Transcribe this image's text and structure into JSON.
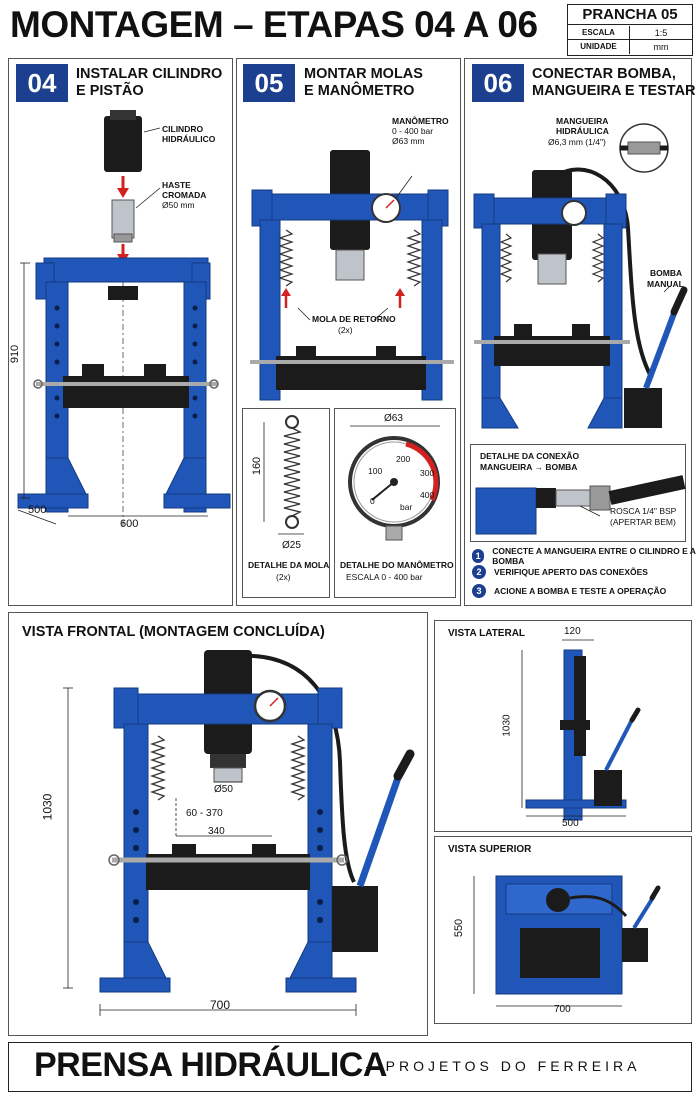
{
  "header": {
    "title": "MONTAGEM – ETAPAS 04 A 06"
  },
  "plate": {
    "name": "PRANCHA 05",
    "scale_label": "ESCALA",
    "scale_value": "1:5",
    "unit_label": "UNIDADE",
    "unit_value": "mm"
  },
  "step04": {
    "number": "04",
    "title_line1": "INSTALAR CILINDRO",
    "title_line2": "E PISTÃO",
    "cyl_label_1": "CILINDRO",
    "cyl_label_2": "HIDRÁULICO",
    "rod_label_1": "HASTE",
    "rod_label_2": "CROMADA",
    "rod_label_3": "Ø50 mm",
    "dim_height": "910",
    "dim_depth": "500",
    "dim_width": "600"
  },
  "step05": {
    "number": "05",
    "title_line1": "MONTAR MOLAS",
    "title_line2": "E MANÔMETRO",
    "gauge_label_1": "MANÔMETRO",
    "gauge_label_2": "0 - 400 bar",
    "gauge_label_3": "Ø63 mm",
    "spring_label_1": "MOLA DE RETORNO",
    "spring_label_2": "(2x)",
    "spring_detail_height": "160",
    "spring_detail_dia": "Ø25",
    "spring_detail_title": "DETALHE DA MOLA",
    "spring_detail_qty": "(2x)",
    "gauge_detail_dia": "Ø63",
    "gauge_detail_title": "DETALHE DO MANÔMETRO",
    "gauge_detail_scale": "ESCALA 0 - 400 bar",
    "gauge_ticks": [
      "100",
      "200",
      "300",
      "400",
      "0"
    ],
    "gauge_unit": "bar"
  },
  "step06": {
    "number": "06",
    "title_line1": "CONECTAR BOMBA,",
    "title_line2": "MANGUEIRA E TESTAR",
    "hose_label_1": "MANGUEIRA",
    "hose_label_2": "HIDRÁULICA",
    "hose_label_3": "Ø6,3 mm (1/4\")",
    "pump_label_1": "BOMBA",
    "pump_label_2": "MANUAL",
    "conn_title_1": "DETALHE DA CONEXÃO",
    "conn_title_2": "MANGUEIRA → BOMBA",
    "thread_label_1": "ROSCA 1/4\" BSP",
    "thread_label_2": "(APERTAR BEM)",
    "checklist": [
      {
        "n": "1",
        "text": "CONECTE A MANGUEIRA ENTRE O CILINDRO E A BOMBA"
      },
      {
        "n": "2",
        "text": "VERIFIQUE APERTO DAS CONEXÕES"
      },
      {
        "n": "3",
        "text": "ACIONE A BOMBA E TESTE A OPERAÇÃO"
      }
    ]
  },
  "front_view": {
    "title_bold": "VISTA FRONTAL",
    "title_rest": " (MONTAGEM CONCLUÍDA)",
    "dim_height": "1030",
    "dim_width": "700",
    "dim_rod": "Ø50",
    "dim_stroke": "60 - 370",
    "dim_inner": "340"
  },
  "side_view": {
    "title": "VISTA LATERAL",
    "dim_top": "120",
    "dim_height": "1030",
    "dim_base": "500"
  },
  "top_view": {
    "title": "VISTA SUPERIOR",
    "dim_depth": "550",
    "dim_width": "700"
  },
  "footer": {
    "title": "PRENSA HIDRÁULICA",
    "subtitle": "– PROJETOS DO FERREIRA"
  },
  "colors": {
    "frame_blue": "#1f56b8",
    "dark_blue": "#1d3f8f",
    "black_part": "#1b1b1b",
    "red_arrow": "#d42020"
  }
}
